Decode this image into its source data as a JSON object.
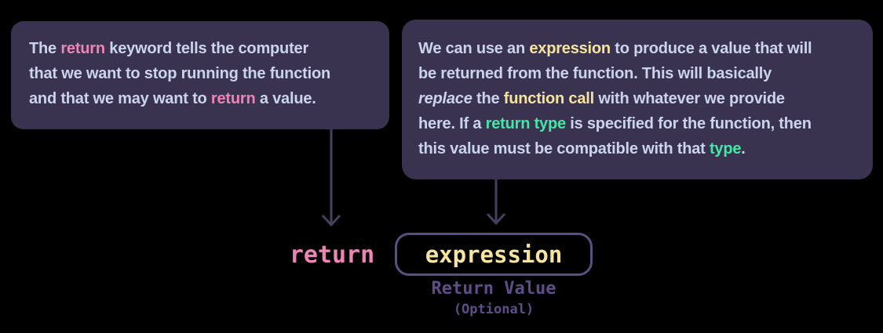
{
  "colors": {
    "background": "#000000",
    "card_bg": "#393350",
    "body_text": "#ccd3ec",
    "pink": "#ee84b6",
    "yellow": "#f6e39e",
    "green": "#3ee8a5",
    "arrow": "#473f5e",
    "expr_border": "#5b4f82",
    "label_purple": "#5e4d89"
  },
  "left_note": {
    "segments": [
      {
        "text": "The ",
        "style": "normal"
      },
      {
        "text": "return",
        "style": "pink"
      },
      {
        "text": " keyword tells the computer\nthat we want to stop running the function\nand that we may want to ",
        "style": "normal"
      },
      {
        "text": "return",
        "style": "pink"
      },
      {
        "text": " a value.",
        "style": "normal"
      }
    ]
  },
  "right_note": {
    "segments": [
      {
        "text": "We can use an ",
        "style": "normal"
      },
      {
        "text": "expression",
        "style": "yellow"
      },
      {
        "text": " to produce a value that will\nbe returned from the function. This will basically\n",
        "style": "normal"
      },
      {
        "text": "replace",
        "style": "italic"
      },
      {
        "text": " the ",
        "style": "normal"
      },
      {
        "text": "function call",
        "style": "yellow"
      },
      {
        "text": " with whatever we provide\nhere. If a ",
        "style": "normal"
      },
      {
        "text": "return type",
        "style": "green"
      },
      {
        "text": " is specified for the function, then\nthis value must be compatible with that ",
        "style": "normal"
      },
      {
        "text": "type",
        "style": "green"
      },
      {
        "text": ".",
        "style": "normal"
      }
    ]
  },
  "code": {
    "keyword": "return",
    "expression": "expression"
  },
  "labels": {
    "return_value": "Return Value",
    "optional": "(Optional)"
  }
}
